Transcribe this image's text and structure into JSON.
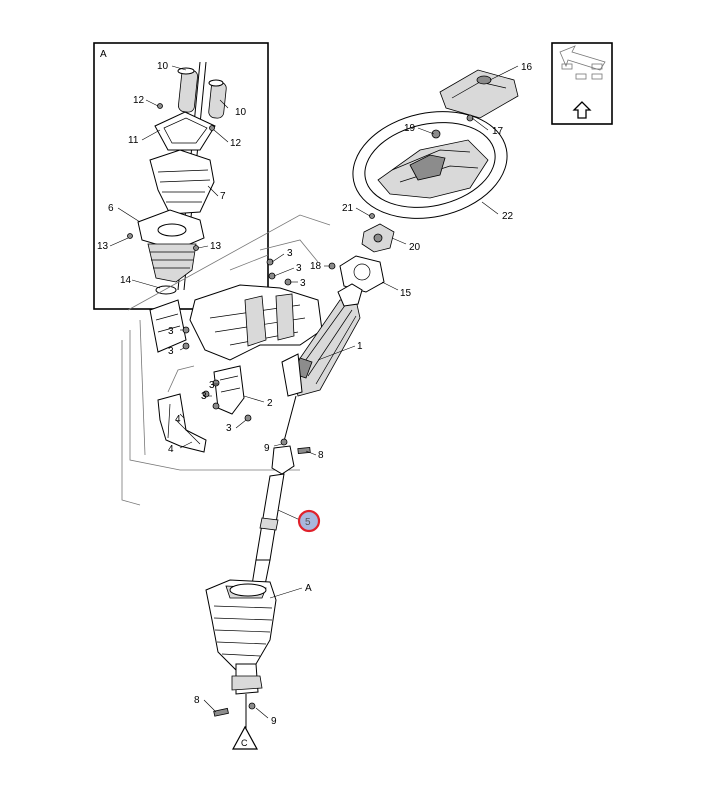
{
  "diagram": {
    "inset": {
      "label": "A"
    },
    "callouts": [
      {
        "id": "c10a",
        "text": "10"
      },
      {
        "id": "c10b",
        "text": "10"
      },
      {
        "id": "c12a",
        "text": "12"
      },
      {
        "id": "c12b",
        "text": "12"
      },
      {
        "id": "c11",
        "text": "11"
      },
      {
        "id": "c7",
        "text": "7"
      },
      {
        "id": "c6",
        "text": "6"
      },
      {
        "id": "c13a",
        "text": "13"
      },
      {
        "id": "c13b",
        "text": "13"
      },
      {
        "id": "c14",
        "text": "14"
      },
      {
        "id": "c16",
        "text": "16"
      },
      {
        "id": "c17",
        "text": "17"
      },
      {
        "id": "c19",
        "text": "19"
      },
      {
        "id": "c21",
        "text": "21"
      },
      {
        "id": "c22",
        "text": "22"
      },
      {
        "id": "c20",
        "text": "20"
      },
      {
        "id": "c18",
        "text": "18"
      },
      {
        "id": "c15",
        "text": "15"
      },
      {
        "id": "c3a",
        "text": "3"
      },
      {
        "id": "c3b",
        "text": "3"
      },
      {
        "id": "c3c",
        "text": "3"
      },
      {
        "id": "c3d",
        "text": "3"
      },
      {
        "id": "c3e",
        "text": "3"
      },
      {
        "id": "c3f",
        "text": "3"
      },
      {
        "id": "c3g",
        "text": "3"
      },
      {
        "id": "c3h",
        "text": "3"
      },
      {
        "id": "c1",
        "text": "1"
      },
      {
        "id": "c2",
        "text": "2"
      },
      {
        "id": "c4a",
        "text": "4"
      },
      {
        "id": "c4b",
        "text": "4"
      },
      {
        "id": "c9a",
        "text": "9"
      },
      {
        "id": "c8a",
        "text": "8"
      },
      {
        "id": "c5",
        "text": "5"
      },
      {
        "id": "cA",
        "text": "A"
      },
      {
        "id": "c8b",
        "text": "8"
      },
      {
        "id": "c9b",
        "text": "9"
      }
    ],
    "highlighted_callout": "5",
    "highlight_color": "#e0212b",
    "highlight_fill": "#a9b8de",
    "orientation_icon": "front-arrow-icon",
    "reference_symbol": "c-triangle-icon",
    "reference_symbol_text": "C"
  }
}
